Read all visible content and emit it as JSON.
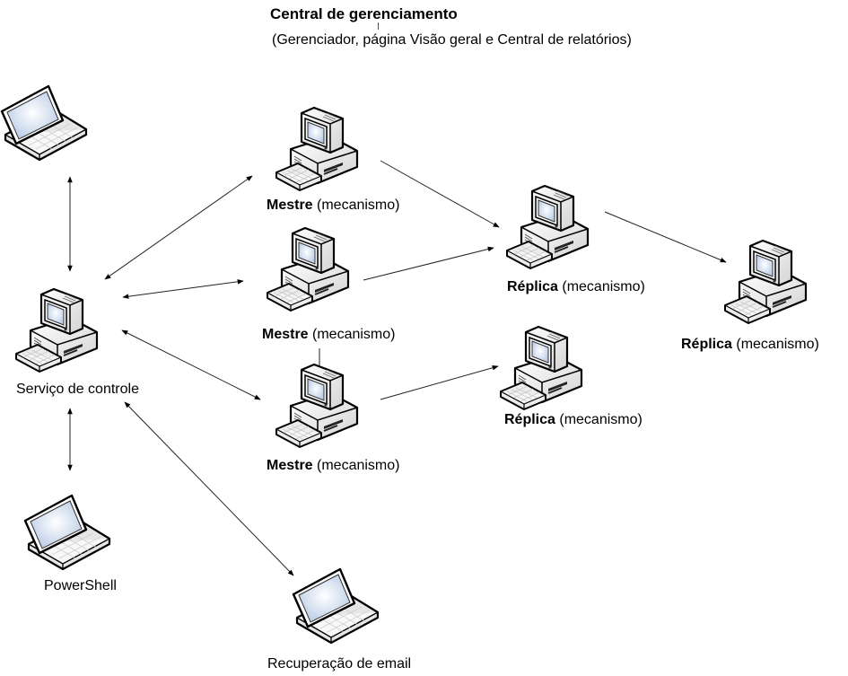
{
  "header": {
    "title": "Central de gerenciamento",
    "subtitle": "(Gerenciador, página Visão geral e Central de relatórios)"
  },
  "nodes": [
    {
      "id": "laptop-top",
      "icon": "laptop-icon",
      "label_bold": "",
      "label": ""
    },
    {
      "id": "control-service",
      "icon": "desktop-computer-icon",
      "label_bold": "",
      "label": "Serviço de controle"
    },
    {
      "id": "powershell",
      "icon": "laptop-icon",
      "label_bold": "",
      "label": "PowerShell"
    },
    {
      "id": "email-recovery",
      "icon": "laptop-icon",
      "label_bold": "",
      "label": "Recuperação de email"
    },
    {
      "id": "master-1",
      "icon": "desktop-computer-icon",
      "label_bold": "Mestre",
      "label": " (mecanismo)"
    },
    {
      "id": "master-2",
      "icon": "desktop-computer-icon",
      "label_bold": "Mestre",
      "label": " (mecanismo)"
    },
    {
      "id": "master-3",
      "icon": "desktop-computer-icon",
      "label_bold": "Mestre",
      "label": " (mecanismo)"
    },
    {
      "id": "replica-1",
      "icon": "desktop-computer-icon",
      "label_bold": "Réplica",
      "label": " (mecanismo)"
    },
    {
      "id": "replica-2",
      "icon": "desktop-computer-icon",
      "label_bold": "Réplica",
      "label": " (mecanismo)"
    },
    {
      "id": "replica-3",
      "icon": "desktop-computer-icon",
      "label_bold": "Réplica",
      "label": " (mecanismo)"
    }
  ],
  "edges": [
    {
      "from": "laptop-top",
      "to": "control-service",
      "direction": "both"
    },
    {
      "from": "control-service",
      "to": "powershell",
      "direction": "both"
    },
    {
      "from": "control-service",
      "to": "master-1",
      "direction": "both"
    },
    {
      "from": "control-service",
      "to": "master-2",
      "direction": "both"
    },
    {
      "from": "control-service",
      "to": "master-3",
      "direction": "both"
    },
    {
      "from": "control-service",
      "to": "email-recovery",
      "direction": "both"
    },
    {
      "from": "master-1",
      "to": "replica-1",
      "direction": "forward"
    },
    {
      "from": "master-2",
      "to": "replica-1",
      "direction": "forward"
    },
    {
      "from": "master-3",
      "to": "replica-2",
      "direction": "forward"
    },
    {
      "from": "replica-1",
      "to": "replica-3",
      "direction": "forward"
    }
  ]
}
